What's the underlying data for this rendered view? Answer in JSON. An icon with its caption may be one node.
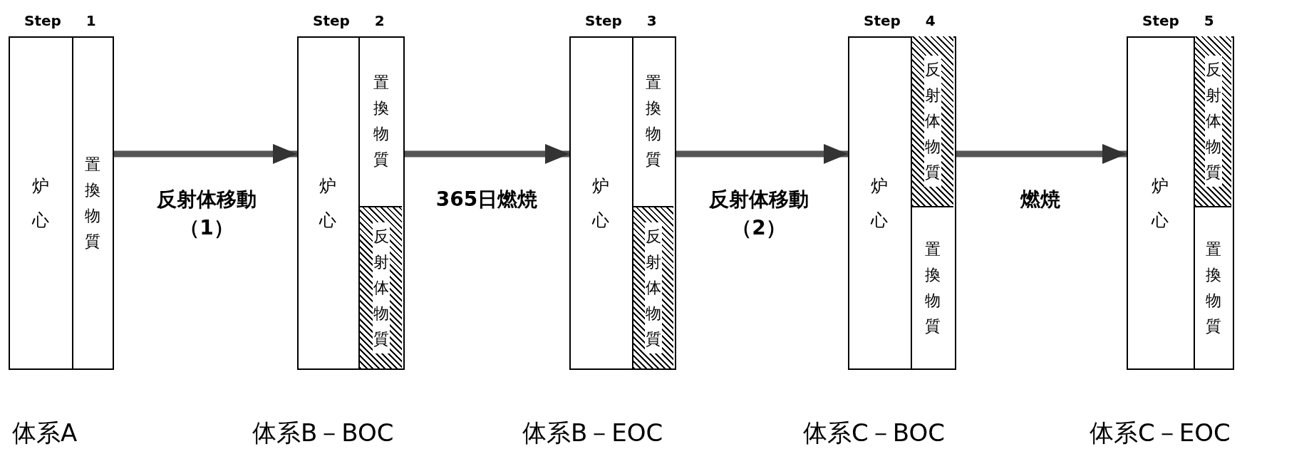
{
  "diagram": {
    "nodes": [
      {
        "text": [
          "Step 1"
        ],
        "beside": [
          "体系A"
        ]
      },
      {
        "text": [
          "炉心"
        ],
        "in": 0
      },
      {
        "text": [
          "置換物質"
        ],
        "in": 0
      },
      {
        "text": [
          "Step 2"
        ],
        "beside": [
          "体系B－BOC"
        ]
      },
      {
        "text": [
          "炉心"
        ],
        "in": 3
      },
      {
        "text": [
          "置換物質"
        ],
        "in": 3
      },
      {
        "text": [
          "反射体物質"
        ],
        "in": 3
      },
      {
        "text": [
          "Step 3"
        ],
        "beside": [
          "体系B－EOC"
        ]
      },
      {
        "text": [
          "炉心"
        ],
        "in": 7
      },
      {
        "text": [
          "置換物質"
        ],
        "in": 7
      },
      {
        "text": [
          "反射体物質"
        ],
        "in": 7
      },
      {
        "text": [
          "Step 4"
        ],
        "beside": [
          "体系C－BOC"
        ]
      },
      {
        "text": [
          "炉心"
        ],
        "in": 11
      },
      {
        "text": [
          "反射体物質"
        ],
        "in": 11
      },
      {
        "text": [
          "置換物質"
        ],
        "in": 11
      },
      {
        "text": [
          "Step 5"
        ],
        "beside": [
          "体系C－EOC"
        ]
      },
      {
        "text": [
          "炉心"
        ],
        "in": 15
      },
      {
        "text": [
          "反射体物質"
        ],
        "in": 15
      },
      {
        "text": [
          "置換物質"
        ],
        "in": 15
      }
    ],
    "edges": [
      {
        "from": 0,
        "to": 3,
        "arrow": "to",
        "label": "反射体移動（1）"
      },
      {
        "from": 3,
        "to": 7,
        "arrow": "to",
        "label": "365日燃焼"
      },
      {
        "from": 7,
        "to": 11,
        "arrow": "to",
        "label": "反射体移動（2）"
      },
      {
        "from": 11,
        "to": 15,
        "arrow": "to",
        "label": "燃焼"
      }
    ]
  }
}
